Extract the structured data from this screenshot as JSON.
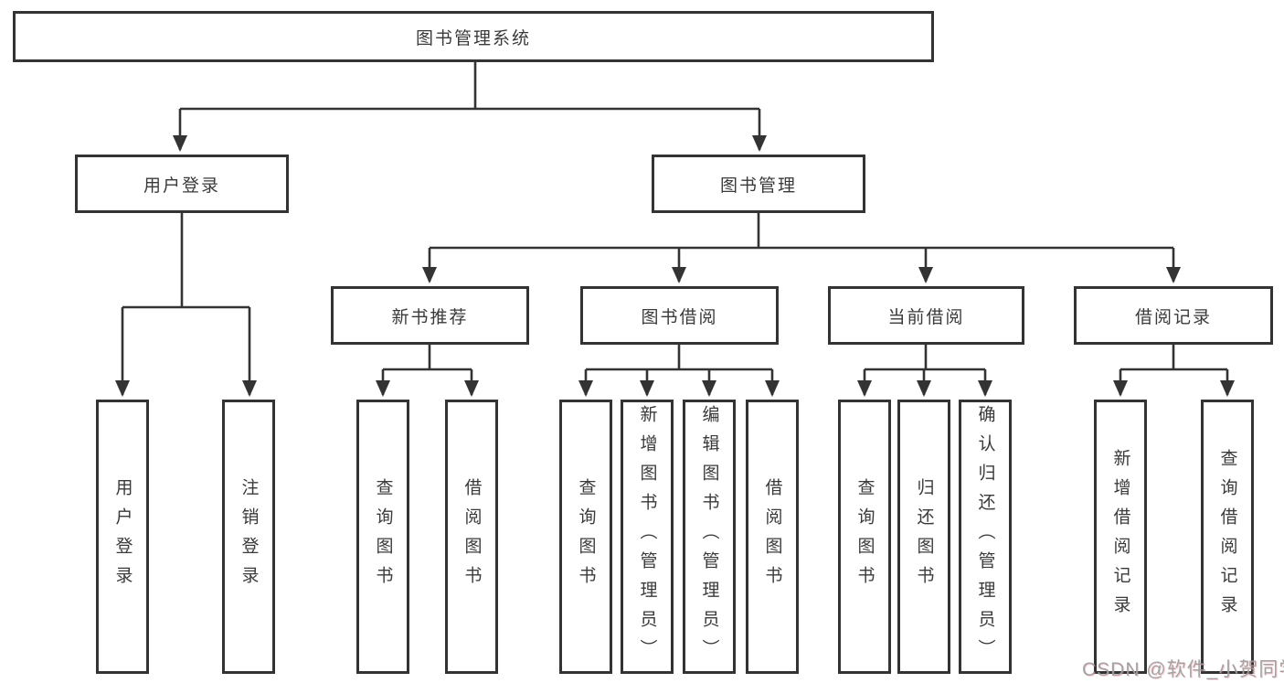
{
  "diagram": {
    "root": {
      "label": "图书管理系统"
    },
    "login": {
      "label": "用户登录",
      "leaves": [
        "用户登录",
        "注销登录"
      ]
    },
    "mgmt": {
      "label": "图书管理",
      "groups": [
        {
          "label": "新书推荐",
          "leaves": [
            "查询图书",
            "借阅图书"
          ]
        },
        {
          "label": "图书借阅",
          "leaves": [
            "查询图书",
            "新增图书（管理员）",
            "编辑图书（管理员）",
            "借阅图书"
          ]
        },
        {
          "label": "当前借阅",
          "leaves": [
            "查询图书",
            "归还图书",
            "确认归还（管理员）"
          ]
        },
        {
          "label": "借阅记录",
          "leaves": [
            "新增借阅记录",
            "查询借阅记录"
          ]
        }
      ]
    },
    "watermark": "CSDN @软件_小贺同学",
    "colors": {
      "line": "#333333",
      "box_border": "#333333",
      "box_fill": "#ffffff",
      "text": "#3a3a3a",
      "watermark": "#9e9e9e",
      "background": "#ffffff"
    }
  }
}
